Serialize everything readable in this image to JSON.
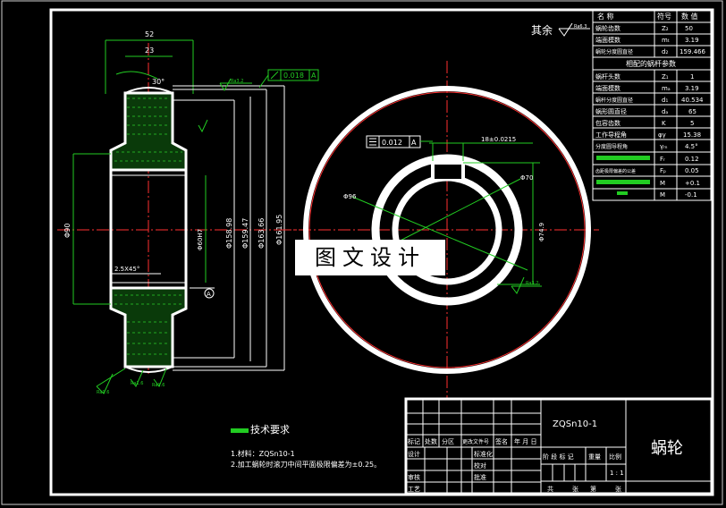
{
  "watermark_text": "图文设计",
  "roughness_note": "其余",
  "roughness_values": {
    "other": "Ra6.3",
    "top": "Ra3.2",
    "hub": "Ra3.2",
    "b1": "Ra1.6",
    "b2": "Ra1.6",
    "b3": "Ra1.6",
    "right": "Ra3.2"
  },
  "section_dims": {
    "d52": "52",
    "d23": "23",
    "a30": "30°",
    "d90": "Φ90",
    "keyway": "Φ60H7",
    "d15898": "Φ158.98",
    "d15947": "Φ159.47",
    "d16366": "Φ163.66",
    "d16195": "Φ161.95",
    "chamfer": "2.5X45°",
    "datum": "A"
  },
  "tolerance_frames": {
    "runout": "0.018",
    "runout_ref": "A",
    "flat": "0.012",
    "flat_ref": "A"
  },
  "end_view_dims": {
    "key_width": "18±0.0215",
    "bore": "Φ70",
    "hub_depth": "Φ74.9",
    "outer": "Φ96"
  },
  "params_table": {
    "header": [
      "名 称",
      "符号",
      "数 值"
    ],
    "rows": [
      [
        "蜗轮齿数",
        "Z₂",
        "50"
      ],
      [
        "端面模数",
        "mₜ",
        "3.19"
      ],
      [
        "蜗轮分度圆直径",
        "d₂",
        "159.466"
      ]
    ],
    "section_title": "相配的蜗杆参数",
    "rows2": [
      [
        "蜗杆头数",
        "Z₁",
        "1"
      ],
      [
        "端面模数",
        "mₐ",
        "3.19"
      ],
      [
        "蜗杆分度圆直径",
        "d₁",
        "40.534"
      ],
      [
        "蜗形圆直径",
        "dₐ",
        "65"
      ],
      [
        "包容齿数",
        "K",
        "5"
      ],
      [
        "工作导程角",
        "φγ",
        "15.38"
      ],
      [
        "分度圆导程角",
        "γₘ",
        "4.5°"
      ]
    ],
    "rows3": [
      [
        "",
        "Fᵣ",
        "0.12"
      ],
      [
        "齿距极限偏差的公差",
        "Fₚ",
        "0.05"
      ],
      [
        "",
        "M",
        "+0.1"
      ],
      [
        "",
        "M",
        "-0.1"
      ]
    ]
  },
  "tech_req": {
    "title": "技术要求",
    "line1": "1.材料：ZQSn10-1",
    "line2": "2.加工蜗轮时滚刀中间平面极限偏差为±0.25。"
  },
  "title_block": {
    "material": "ZQSn10-1",
    "part_name": "蜗轮",
    "labels": {
      "biaoji": "标记",
      "chushu": "处数",
      "fenqu": "分区",
      "gengai": "更改文件号",
      "qianming": "签名",
      "nianyueri": "年 月 日",
      "sheji": "设计",
      "biaozhunhua": "标准化",
      "jiaodui": "校对",
      "shenhe": "审核",
      "gongyi": "工艺",
      "pizhun": "批准",
      "jieduan": "阶 段 标 记",
      "zhongliang": "重量",
      "bili": "比例",
      "scale": "1 : 1",
      "gong": "共",
      "zhang1": "张",
      "di": "第",
      "zhang2": "张"
    }
  }
}
